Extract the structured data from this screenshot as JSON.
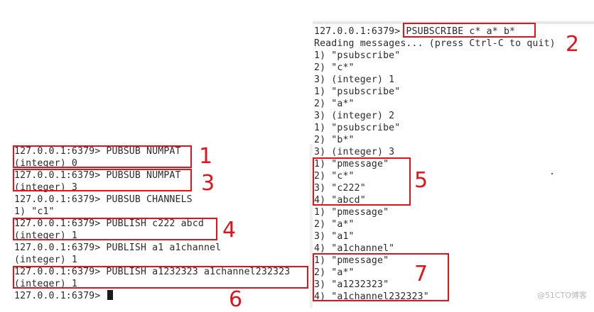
{
  "left_terminal": {
    "lines": [
      "127.0.0.1:6379> PUBSUB NUMPAT",
      "(integer) 0",
      "127.0.0.1:6379> PUBSUB NUMPAT",
      "(integer) 3",
      "127.0.0.1:6379> PUBSUB CHANNELS",
      "1) \"c1\"",
      "127.0.0.1:6379> PUBLISH c222 abcd",
      "(integer) 1",
      "127.0.0.1:6379> PUBLISH a1 a1channel",
      "(integer) 1",
      "127.0.0.1:6379> PUBLISH a1232323 a1channel232323",
      "(integer) 1",
      "127.0.0.1:6379> "
    ]
  },
  "right_terminal": {
    "lines": [
      "127.0.0.1:6379> PSUBSCRIBE c* a* b*",
      "Reading messages... (press Ctrl-C to quit)",
      "1) \"psubscribe\"",
      "2) \"c*\"",
      "3) (integer) 1",
      "1) \"psubscribe\"",
      "2) \"a*\"",
      "3) (integer) 2",
      "1) \"psubscribe\"",
      "2) \"b*\"",
      "3) (integer) 3",
      "1) \"pmessage\"",
      "2) \"c*\"",
      "3) \"c222\"",
      "4) \"abcd\"",
      "1) \"pmessage\"",
      "2) \"a*\"",
      "3) \"a1\"",
      "4) \"a1channel\"",
      "1) \"pmessage\"",
      "2) \"a*\"",
      "3) \"a1232323\"",
      "4) \"a1channel232323\""
    ]
  },
  "annotations": [
    "1",
    "2",
    "3",
    "4",
    "5",
    "6",
    "7"
  ],
  "watermark": "@51CTO博客",
  "colors": {
    "annotation": "#e0141c",
    "terminal_text": "#2b2b2b",
    "background": "#ffffff"
  }
}
